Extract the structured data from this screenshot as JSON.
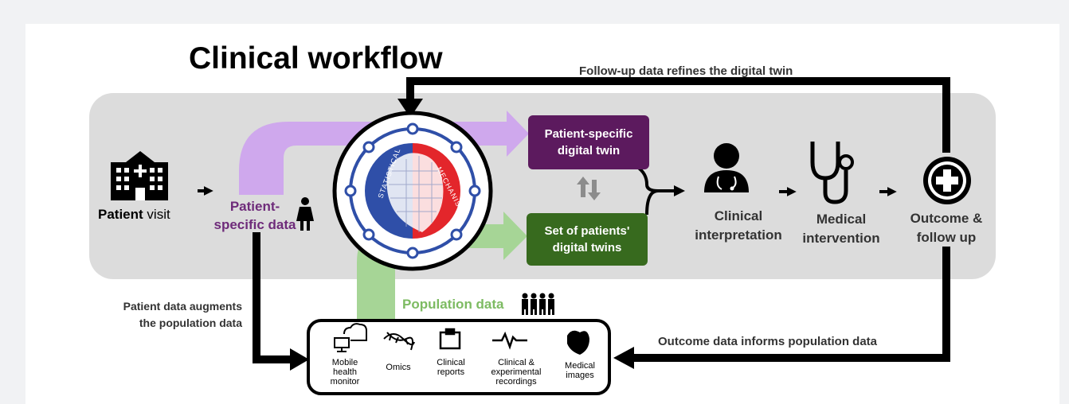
{
  "title": "Clinical workflow",
  "feedback": {
    "follow_up": "Follow-up data refines the digital twin",
    "patient_augments": [
      "Patient data augments",
      "the population data"
    ],
    "outcome_informs": "Outcome data informs population data"
  },
  "steps": {
    "patient_visit_bold": "Patient",
    "patient_visit_rest": " visit",
    "patient_specific_data": [
      "Patient-",
      "specific data"
    ],
    "patient_twin": [
      "Patient-specific",
      "digital twin"
    ],
    "set_twins": [
      "Set of patients'",
      "digital twins"
    ],
    "clinical_interpretation": [
      "Clinical",
      "interpretation"
    ],
    "medical_intervention": [
      "Medical",
      "intervention"
    ],
    "outcome": [
      "Outcome &",
      "follow up"
    ]
  },
  "model": {
    "left_label": "STATISTICAL",
    "right_label": "MECHANISTIC"
  },
  "population": {
    "label": "Population data",
    "sources": [
      {
        "icon": "mobile-health-icon",
        "lines": [
          "Mobile",
          "health",
          "monitor"
        ]
      },
      {
        "icon": "dna-icon",
        "lines": [
          "Omics"
        ]
      },
      {
        "icon": "clipboard-icon",
        "lines": [
          "Clinical",
          "reports"
        ]
      },
      {
        "icon": "waveform-icon",
        "lines": [
          "Clinical &",
          "experimental",
          "recordings"
        ]
      },
      {
        "icon": "heart-icon",
        "lines": [
          "Medical",
          "images"
        ]
      }
    ]
  },
  "colors": {
    "purple_dark": "#5c1a5e",
    "purple_light": "#cc9ff0",
    "green_dark": "#376a1e",
    "green_light": "#a6d596",
    "panel_gray": "#dcdcdc",
    "red": "#e3262b",
    "blue": "#2f4fa8"
  }
}
